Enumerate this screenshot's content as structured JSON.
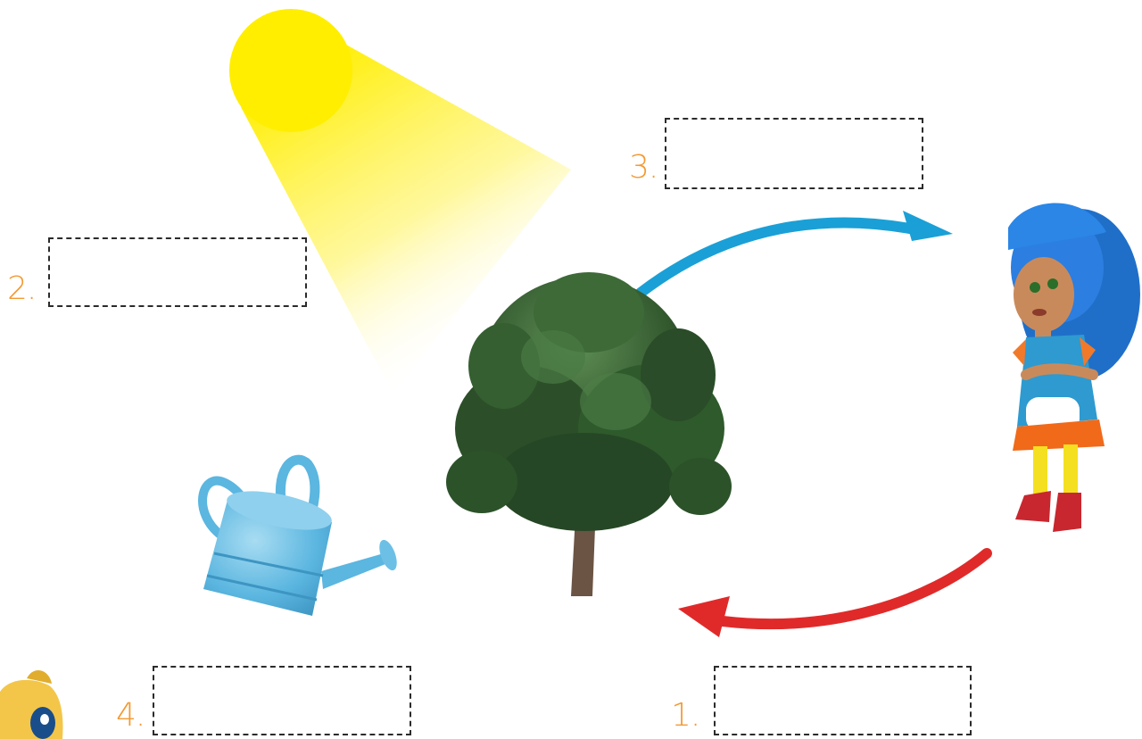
{
  "labels": {
    "one": "1.",
    "two": "2.",
    "three": "3.",
    "four": "4."
  },
  "colors": {
    "number": "#f39a33",
    "arrow_top": "#1aa0d6",
    "arrow_bottom": "#e02a2a",
    "sun": "#ffee00",
    "box_border": "#2b2b2b"
  },
  "icons": {
    "sun": "sun-icon",
    "tree": "tree-illustration",
    "girl": "girl-character",
    "watering_can": "watering-can-icon",
    "mascot": "mascot-partial"
  }
}
